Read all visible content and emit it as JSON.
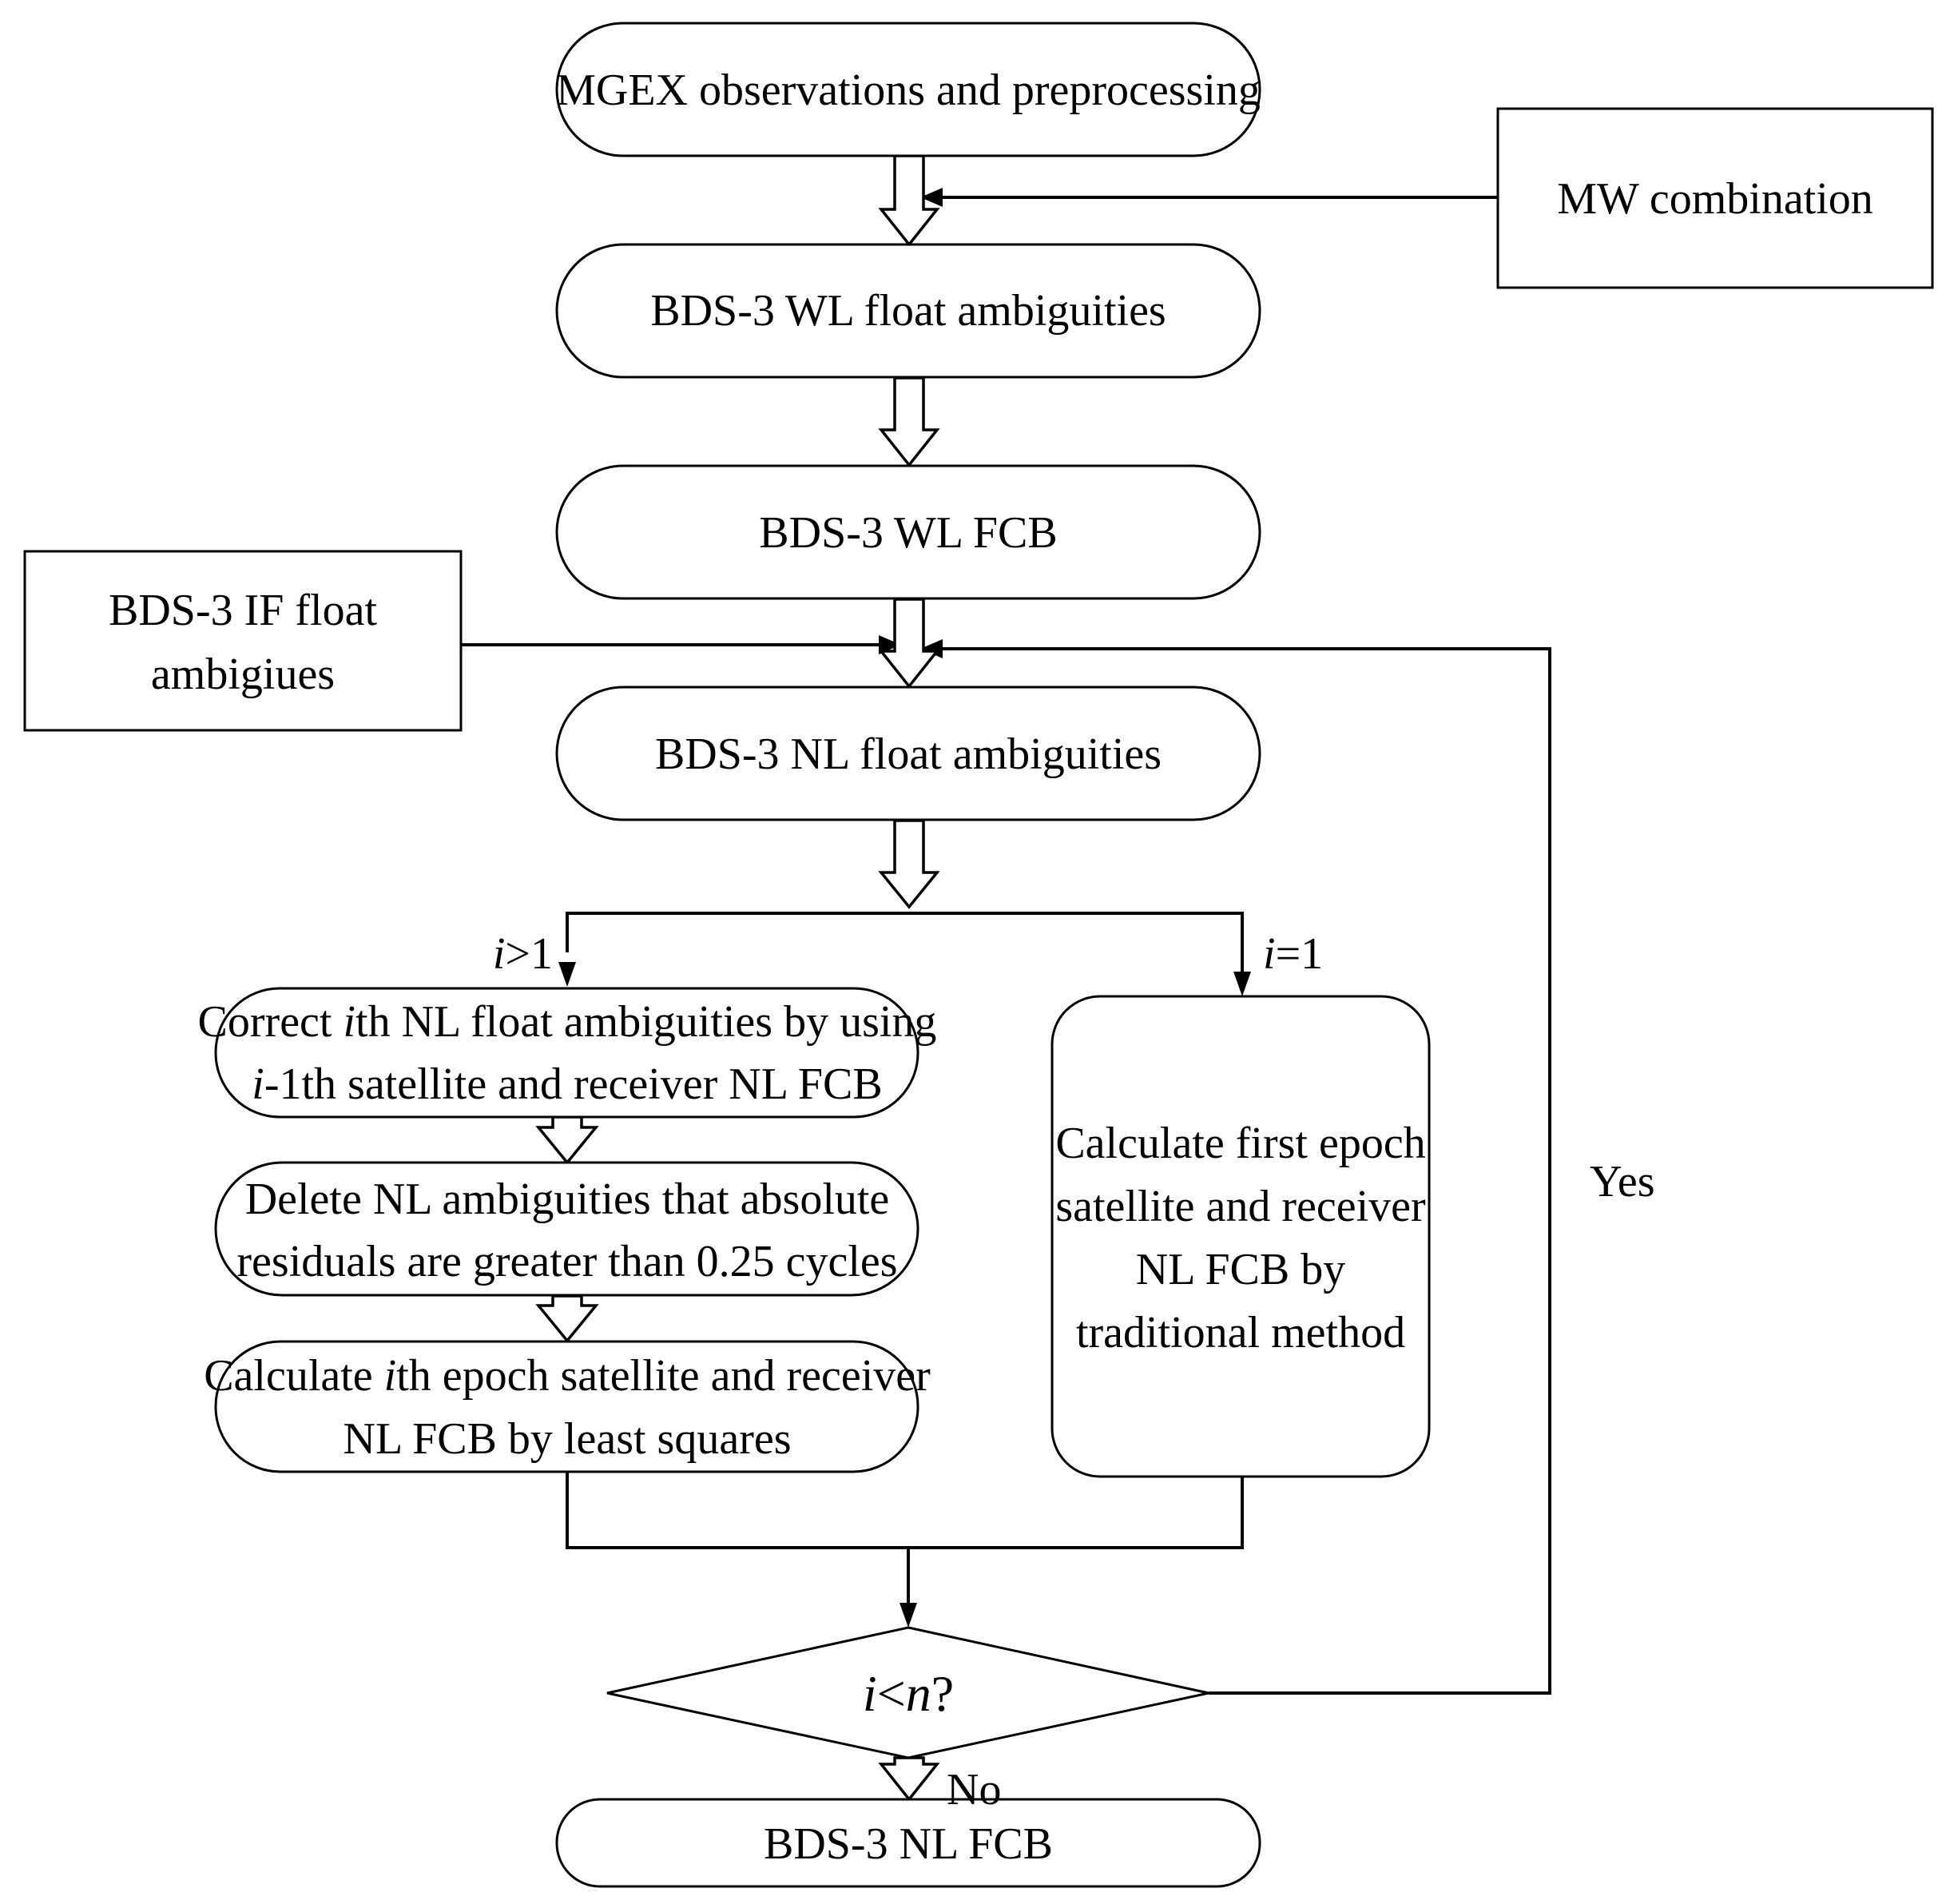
{
  "nodes": {
    "mgex": {
      "label": "MGEX observations and preprocessing"
    },
    "mw": {
      "label": "MW combination"
    },
    "wl_float": {
      "label": "BDS-3 WL float ambiguities"
    },
    "wl_fcb": {
      "label": "BDS-3 WL FCB"
    },
    "if_float": {
      "line1": "BDS-3 IF float",
      "line2": "ambigiues"
    },
    "nl_float": {
      "label": "BDS-3 NL float ambiguities"
    },
    "correct": {
      "l1_a": "Correct ",
      "l1_i": "i",
      "l1_b": "th NL float ambiguities by using",
      "l2_i": "i",
      "l2_b": "-1th satellite and receiver NL FCB"
    },
    "delete": {
      "line1": "Delete NL ambiguities that absolute",
      "line2": "residuals are greater than 0.25 cycles"
    },
    "calc_ith": {
      "l1_a": "Calculate ",
      "l1_i": "i",
      "l1_b": "th epoch satellite and receiver",
      "line2": "NL FCB by least squares"
    },
    "calc_first": {
      "line1": "Calculate first epoch",
      "line2": "satellite and receiver",
      "line3": "NL FCB by",
      "line4": "traditional method"
    },
    "decision": {
      "v1": "i",
      "op": "<",
      "v2": "n",
      "q": "?"
    },
    "nl_fcb": {
      "label": "BDS-3 NL FCB"
    }
  },
  "edges": {
    "branch_left": {
      "var": "i",
      "cond": ">1"
    },
    "branch_right": {
      "var": "i",
      "cond": "=1"
    },
    "yes": "Yes",
    "no": "No"
  }
}
